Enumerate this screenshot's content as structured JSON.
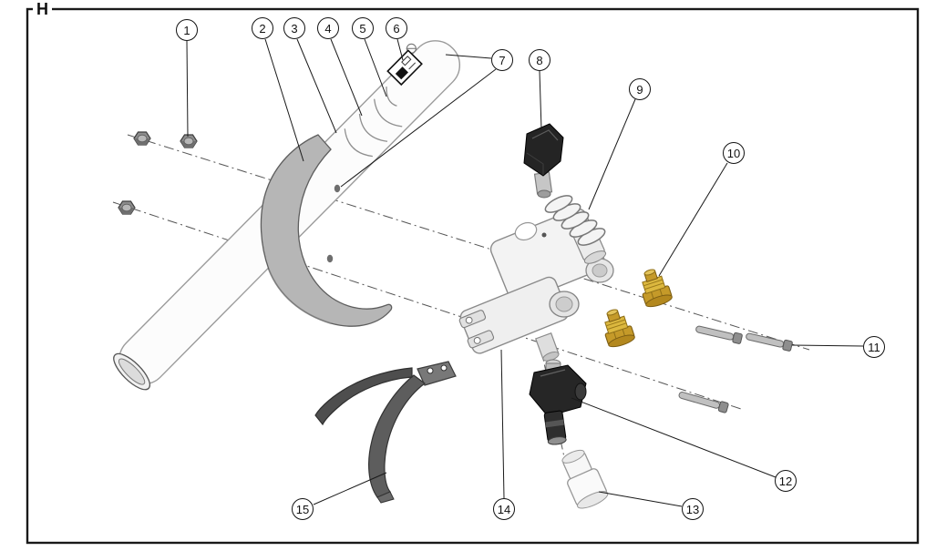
{
  "page": {
    "view_label": "H"
  },
  "callouts": [
    {
      "label": "1"
    },
    {
      "label": "2"
    },
    {
      "label": "3"
    },
    {
      "label": "4"
    },
    {
      "label": "5"
    },
    {
      "label": "6"
    },
    {
      "label": "7"
    },
    {
      "label": "8"
    },
    {
      "label": "9"
    },
    {
      "label": "10"
    },
    {
      "label": "11"
    },
    {
      "label": "12"
    },
    {
      "label": "13"
    },
    {
      "label": "14"
    },
    {
      "label": "15"
    }
  ],
  "colors": {
    "line": "#1a1a1a",
    "brass": "#c59a29",
    "bracket_gray": "#b6b6b6",
    "dark_part": "#262626"
  }
}
